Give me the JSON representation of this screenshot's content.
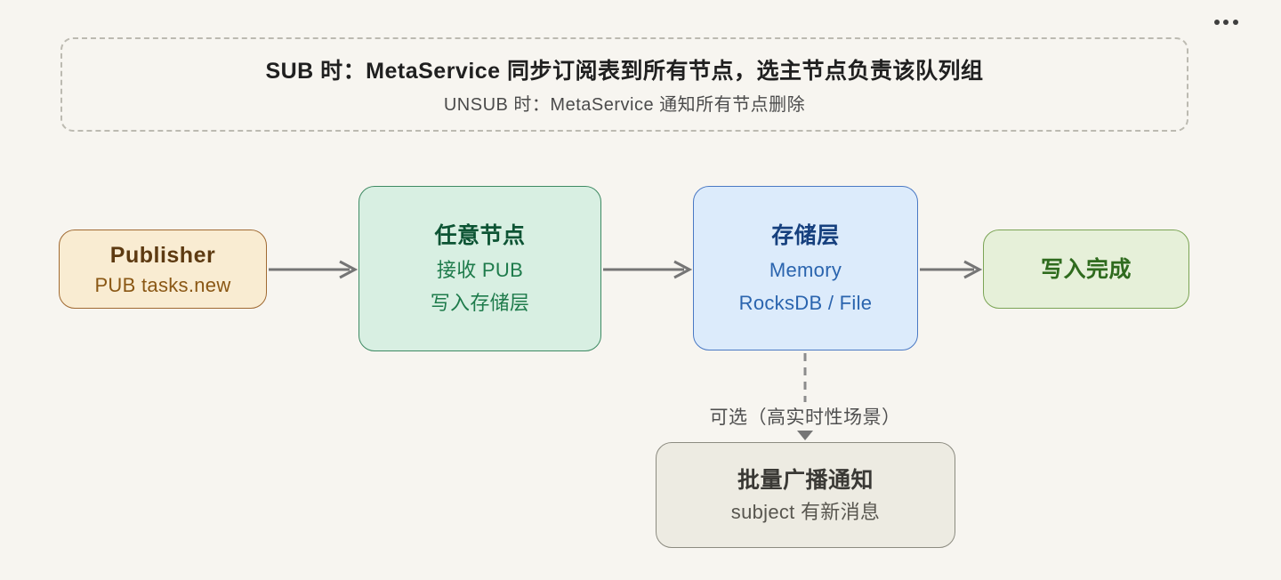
{
  "app": {
    "background_color": "#f7f5f0",
    "more_menu_icon": "ellipsis-icon"
  },
  "note": {
    "title": "SUB 时：MetaService 同步订阅表到所有节点，选主节点负责该队列组",
    "subtitle": "UNSUB 时：MetaService 通知所有节点删除"
  },
  "diagram": {
    "nodes": {
      "publisher": {
        "title": "Publisher",
        "subtitle": "PUB tasks.new",
        "bg": "#f9ecd2",
        "border": "#a06a32",
        "title_color": "#5d3a11",
        "text_color": "#8a5714"
      },
      "any_node": {
        "title": "任意节点",
        "lines": [
          "接收 PUB",
          "写入存储层"
        ],
        "bg": "#d8efe2",
        "border": "#3e8a63",
        "title_color": "#0d5434",
        "text_color": "#1e7b4b"
      },
      "storage": {
        "title": "存储层",
        "lines": [
          "Memory",
          "RocksDB / File"
        ],
        "bg": "#dcebfb",
        "border": "#4a79c4",
        "title_color": "#16407e",
        "text_color": "#2a64ae"
      },
      "done": {
        "title": "写入完成",
        "bg": "#e6f0d9",
        "border": "#7ba455",
        "title_color": "#2f6b1e"
      },
      "broadcast": {
        "title": "批量广播通知",
        "subtitle": "subject 有新消息",
        "bg": "#edebe2",
        "border": "#8c8b80",
        "title_color": "#3a3935",
        "text_color": "#58564f"
      }
    },
    "edges": {
      "publisher_to_any_node": {
        "type": "solid-arrow"
      },
      "any_node_to_storage": {
        "type": "solid-arrow"
      },
      "storage_to_done": {
        "type": "solid-arrow"
      },
      "storage_to_broadcast": {
        "type": "dashed-arrow",
        "label": "可选（高实时性场景）"
      }
    },
    "arrow_color": "#757575",
    "dashed_border_color": "#bcbab1"
  }
}
